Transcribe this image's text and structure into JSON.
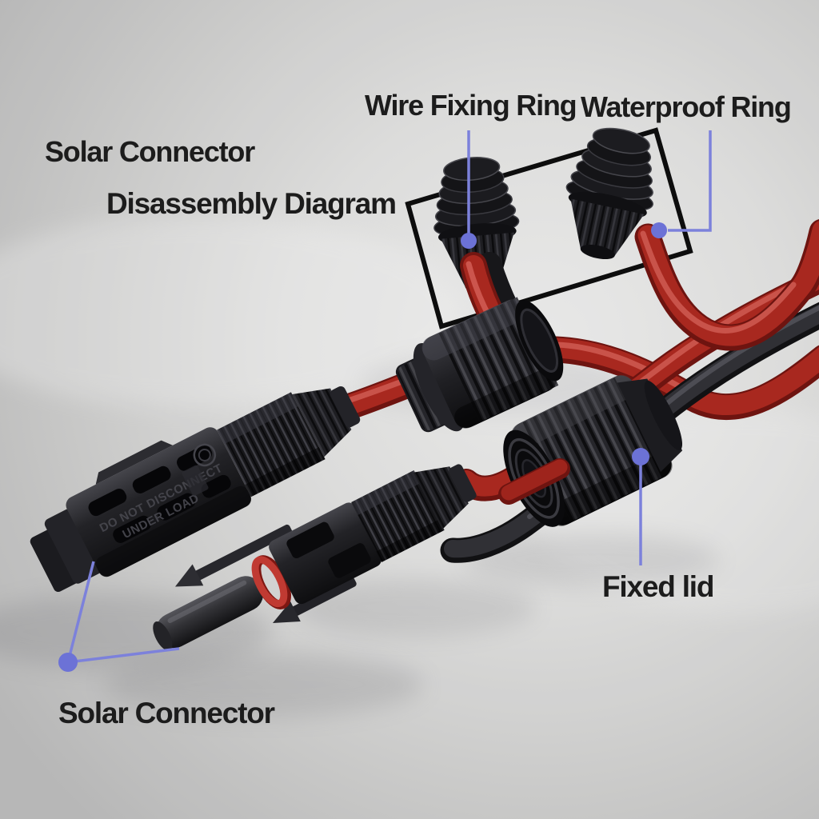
{
  "title": {
    "line1": "Solar Connector",
    "line2": "Disassembly Diagram"
  },
  "callouts": {
    "wire_fixing_ring": "Wire Fixing Ring",
    "waterproof_ring": "Waterproof Ring",
    "fixed_lid": "Fixed lid",
    "solar_connector": "Solar Connector"
  },
  "embossed": {
    "line1": "DO NOT DISCONNECT",
    "line2": "UNDER LOAD"
  },
  "colors": {
    "background_gray": "#d6d6d5",
    "label_text": "#1c1c1c",
    "callout_line": "#7c81db",
    "callout_dot": "#6c72d6",
    "cable_red": "#a83029",
    "cable_red_highlight": "#cf5a52",
    "cable_black": "#2c2c30",
    "connector_black": "#1f1f23",
    "o_ring_red": "#c03a32"
  }
}
